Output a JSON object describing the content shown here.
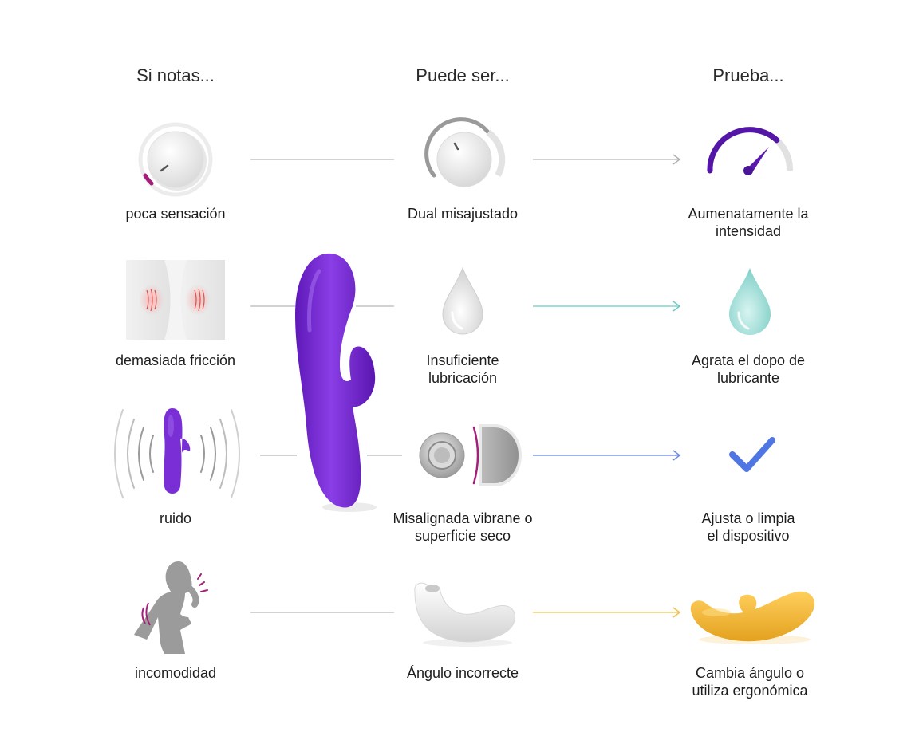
{
  "columns": [
    {
      "header": "Si notas..."
    },
    {
      "header": "Puede ser..."
    },
    {
      "header": "Prueba..."
    }
  ],
  "rows": [
    {
      "symptom": [
        "poca sensación"
      ],
      "cause": [
        "Dual misajustado"
      ],
      "remedy": [
        "Aumenatamente la",
        "intensidad"
      ],
      "symptom_icon": "knob-low-icon",
      "cause_icon": "knob-dial-icon",
      "remedy_icon": "speedometer-icon",
      "arrow_color": "#b9b9b9"
    },
    {
      "symptom": [
        "demasiada fricción"
      ],
      "cause": [
        "Insuficiente",
        "lubricación"
      ],
      "remedy": [
        "Agrata el dopo de",
        "lubricante"
      ],
      "symptom_icon": "friction-skin-icon",
      "cause_icon": "clear-drop-icon",
      "remedy_icon": "teal-drop-icon",
      "arrow_color": "#7fd6d0"
    },
    {
      "symptom": [
        "ruido"
      ],
      "cause": [
        "Misalignada vibrane o",
        "superficie seco"
      ],
      "remedy": [
        "Ajusta o limpia",
        "el dispositivo"
      ],
      "symptom_icon": "vibrating-device-icon",
      "cause_icon": "misaligned-motor-icon",
      "remedy_icon": "checkmark-icon",
      "arrow_color": "#7e98e6"
    },
    {
      "symptom": [
        "incomodidad"
      ],
      "cause": [
        "Ángulo incorrecte"
      ],
      "remedy": [
        "Cambia ángulo o",
        "utiliza ergonómica"
      ],
      "symptom_icon": "uncomfortable-person-icon",
      "cause_icon": "white-curved-device-icon",
      "remedy_icon": "yellow-ergonomic-device-icon",
      "arrow_color": "#f0cf6a"
    }
  ],
  "colors": {
    "purple": "#7a2fd6",
    "teal": "#7fd6d0",
    "blue": "#5b7ee6",
    "yellow": "#f3b431",
    "magenta": "#b3247e"
  },
  "featured_icon": "purple-rabbit-vibrator-icon"
}
